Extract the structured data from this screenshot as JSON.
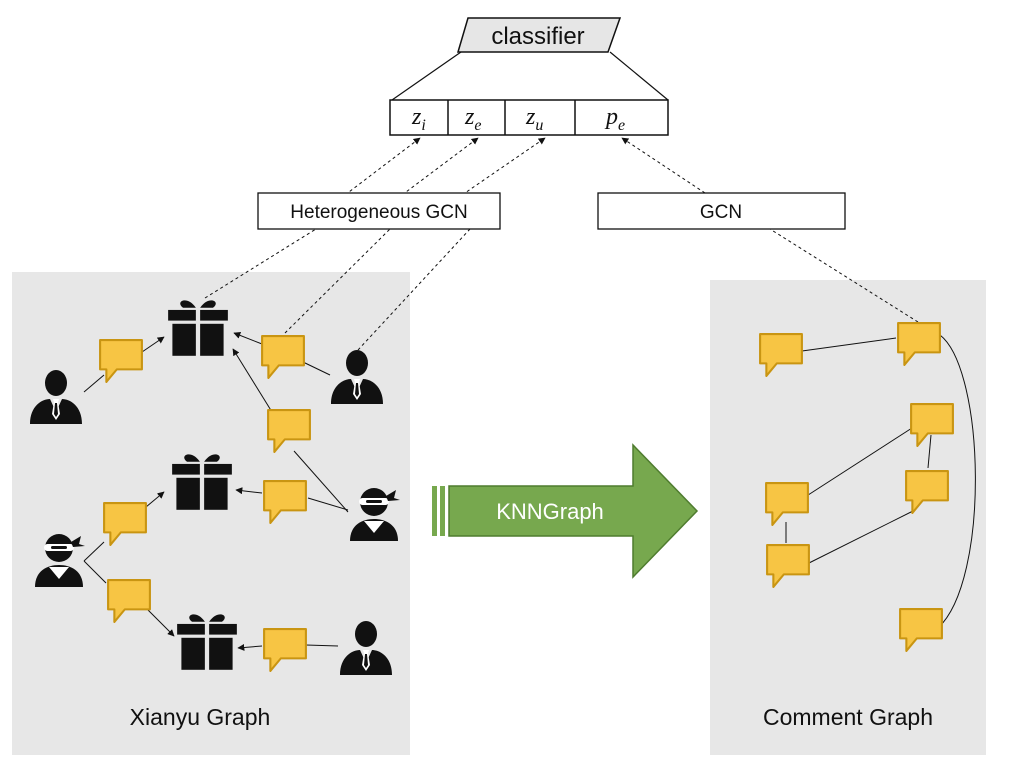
{
  "classifier": {
    "label": "classifier"
  },
  "embedding_vector": {
    "cells": [
      {
        "base": "z",
        "sub": "i"
      },
      {
        "base": "z",
        "sub": "e"
      },
      {
        "base": "z",
        "sub": "u"
      },
      {
        "base": "p",
        "sub": "e"
      }
    ]
  },
  "encoders": {
    "hetero_gcn": "Heterogeneous GCN",
    "gcn": "GCN"
  },
  "panels": {
    "xianyu": {
      "label": "Xianyu Graph"
    },
    "comment": {
      "label": "Comment Graph"
    }
  },
  "transform_arrow": {
    "label": "KNNGraph"
  },
  "icons": {
    "item": "gift-icon",
    "comment": "speech-bubble-icon",
    "user": "user-icon",
    "fraud_user": "masked-user-icon"
  },
  "colors": {
    "panel_bg": "#e7e7e7",
    "comment_fill": "#f7c544",
    "comment_stroke": "#c99512",
    "arrow_green": "#77a84e",
    "arrow_green_dark": "#4f7c2f",
    "icon_dark": "#111111"
  }
}
